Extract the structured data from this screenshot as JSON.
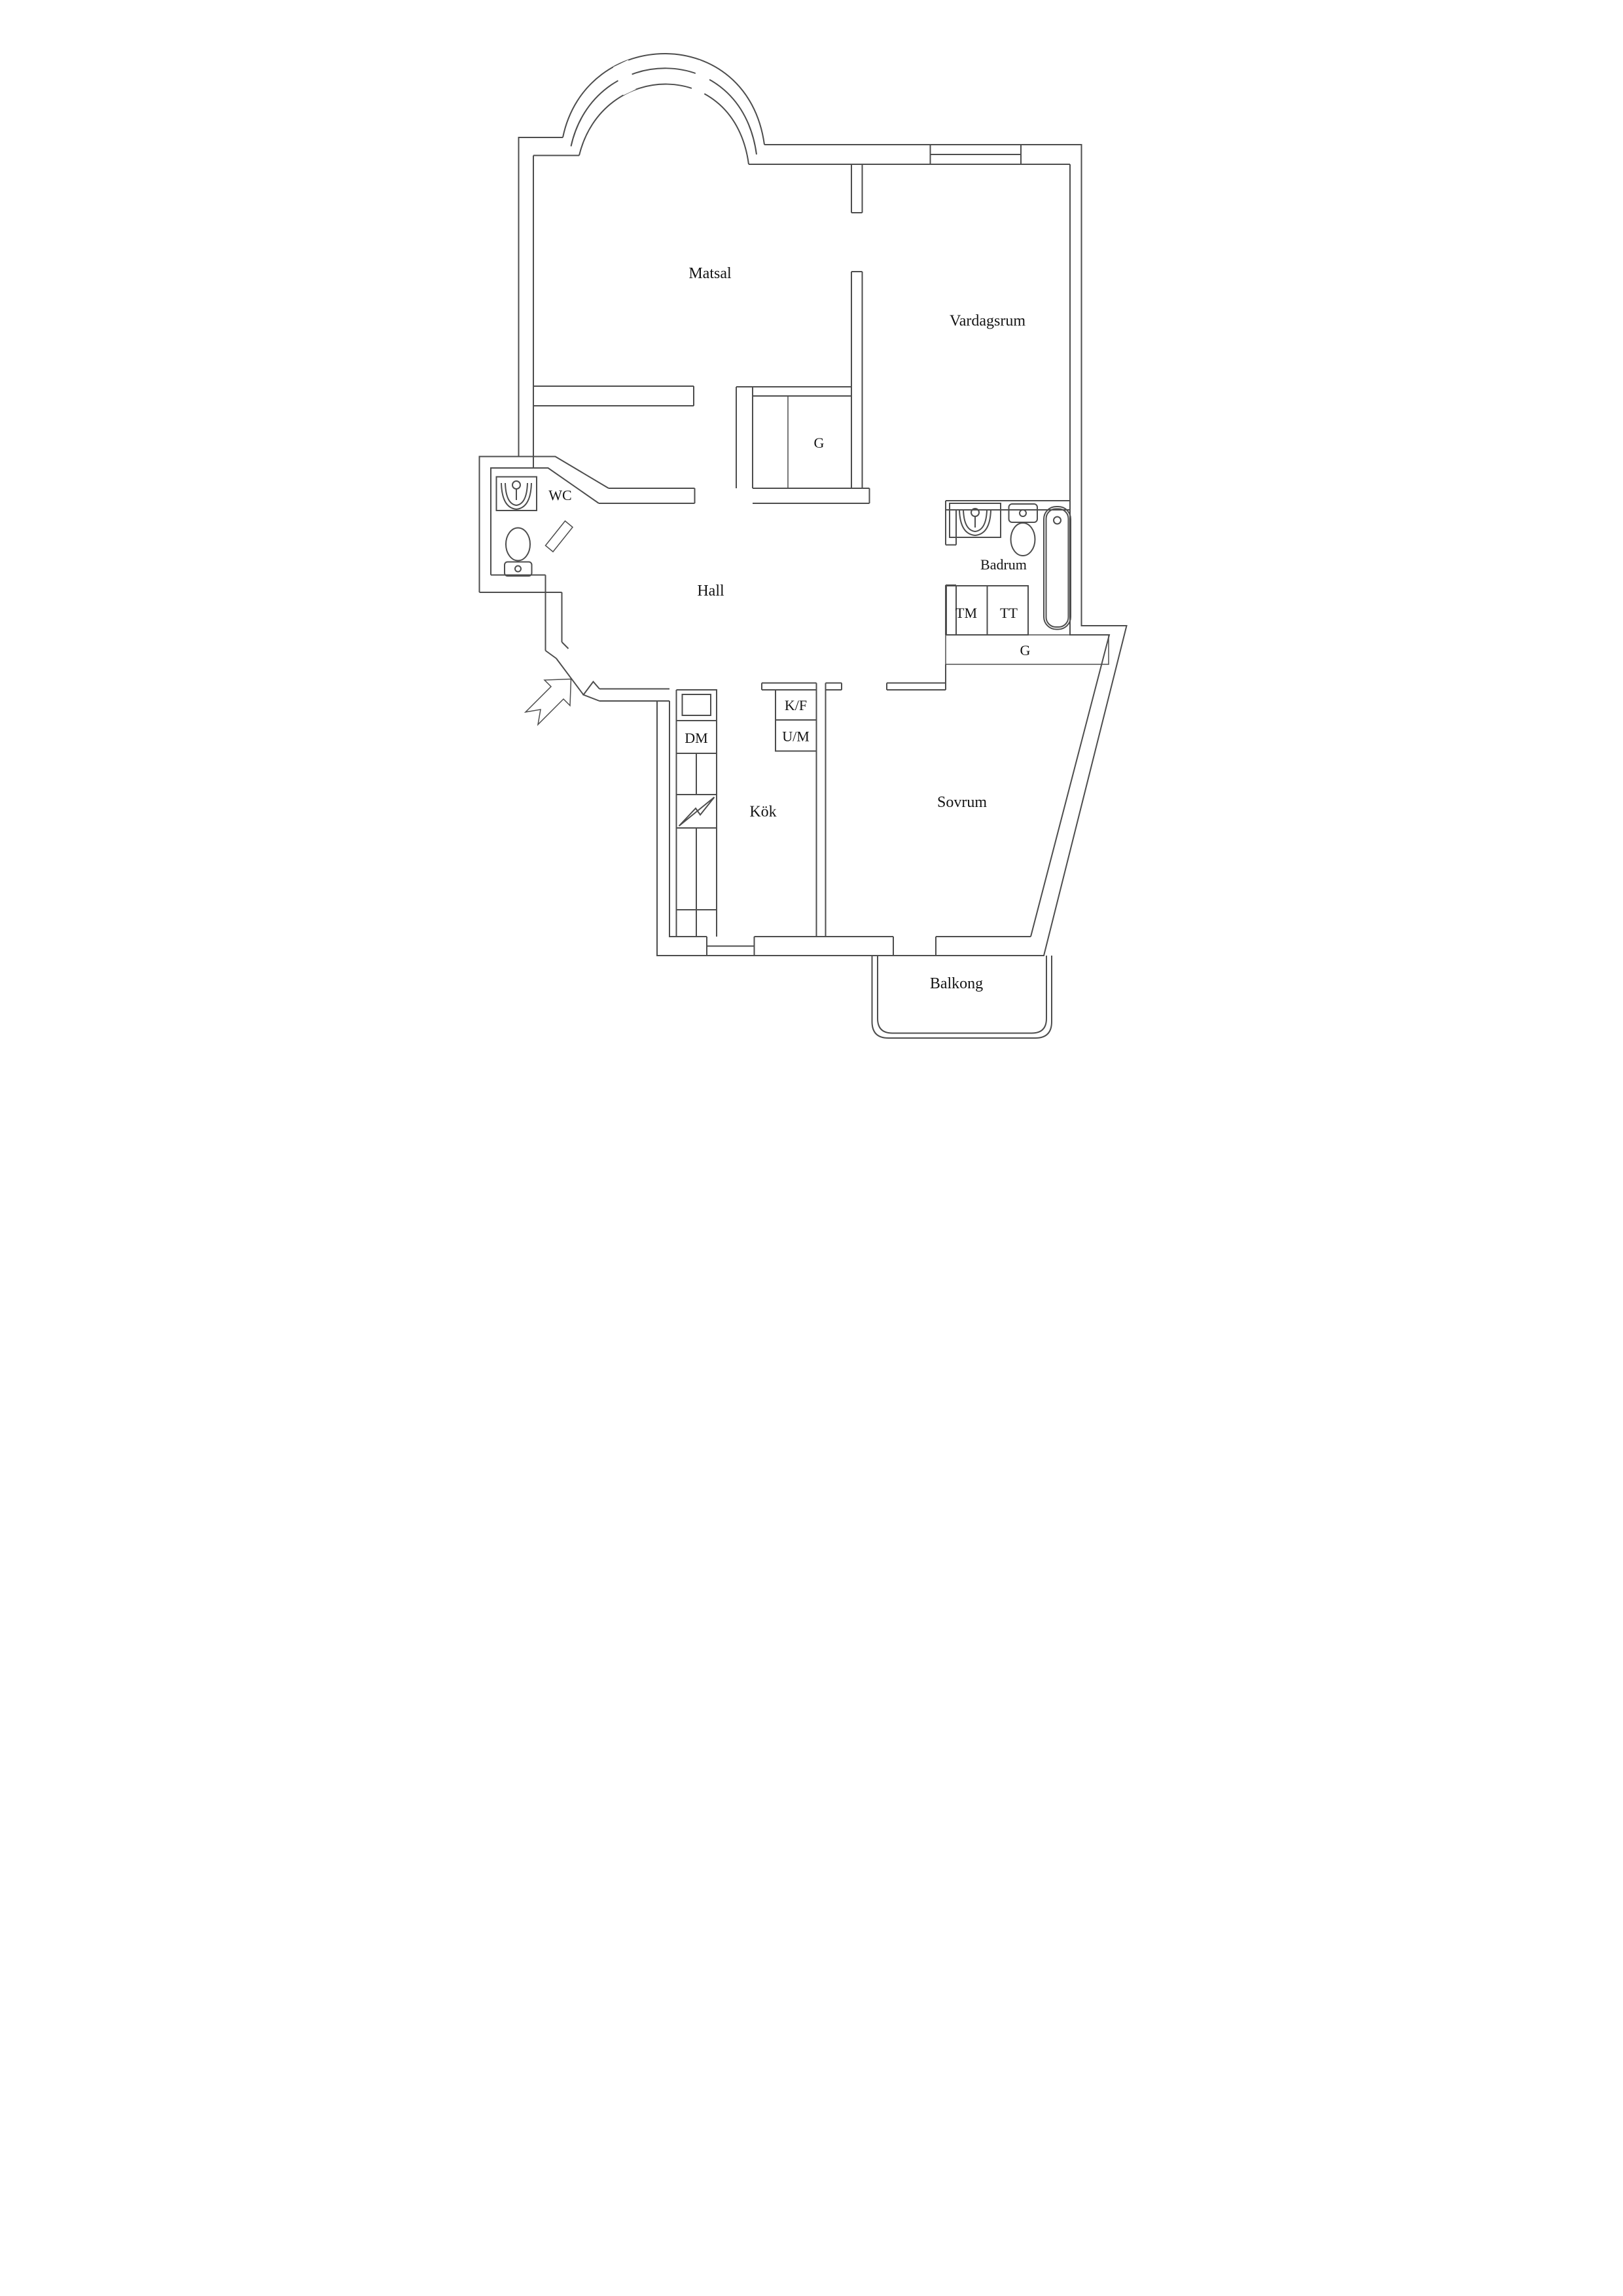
{
  "document": {
    "type": "apartment-floor-plan",
    "background": "#ffffff"
  },
  "colors": {
    "line": "#4d4d4d",
    "text": "#141414",
    "bg": "#ffffff"
  },
  "labels": {
    "matsal": "Matsal",
    "vardagsrum": "Vardagsrum",
    "g_upper": "G",
    "wc": "WC",
    "hall": "Hall",
    "badrum": "Badrum",
    "tm": "TM",
    "tt": "TT",
    "g_lower": "G",
    "kf": "K/F",
    "um": "U/M",
    "dm": "DM",
    "kok": "Kök",
    "sovrum": "Sovrum",
    "balkong": "Balkong"
  },
  "fixtures": [
    "bay-window-arch",
    "vardagsrum-window",
    "wc-sink",
    "wc-toilet",
    "badrum-sink",
    "badrum-toilet",
    "bathtub",
    "washing-machine-TM",
    "dryer-TT",
    "wardrobe-G",
    "fridge-freezer-KF",
    "oven-microwave-UM",
    "dishwasher-DM",
    "stove",
    "kitchen-window",
    "balcony",
    "entrance-arrow",
    "entrance-door-leaf"
  ]
}
